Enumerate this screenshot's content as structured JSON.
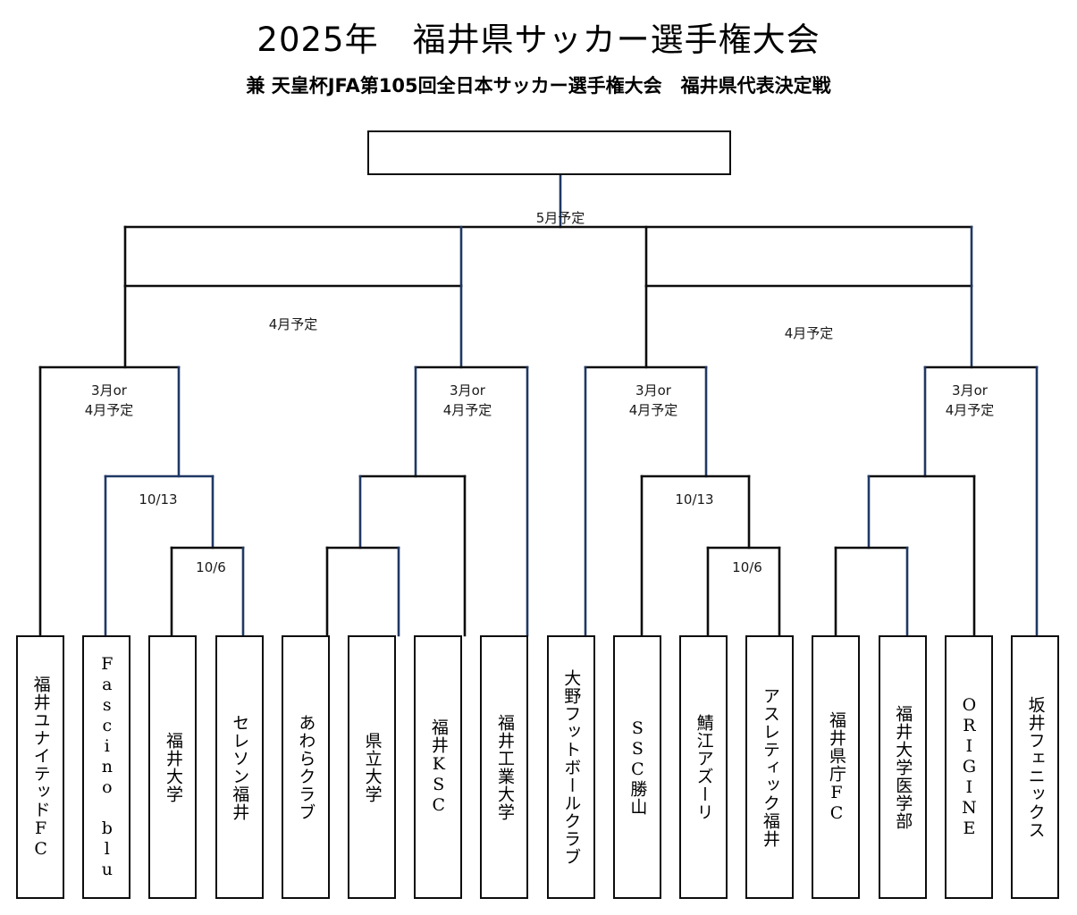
{
  "header": {
    "title_main": "2025年　福井県サッカー選手権大会",
    "title_sub": "兼 天皇杯JFA第105回全日本サッカー選手権大会　福井県代表決定戦"
  },
  "colors": {
    "line_navy": "#1F3864",
    "line_black": "#0D0D0D",
    "background": "#FFFFFF",
    "text": "#000000"
  },
  "champion": {
    "label": ""
  },
  "round_labels": {
    "final": "5月予定",
    "semifinal_left": "4月予定",
    "semifinal_right": "4月予定",
    "quarter_q1": "3月or\n4月予定",
    "quarter_q2": "3月or\n4月予定",
    "quarter_q3": "3月or\n4月予定",
    "quarter_q4": "3月or\n4月予定",
    "r16_q1": "10/13",
    "r32_q1": "10/6",
    "r16_q3": "10/13",
    "r32_q3": "10/6"
  },
  "teams": [
    {
      "index": 1,
      "name": "福井ユナイテッドFC"
    },
    {
      "index": 2,
      "name": "Fascino blu"
    },
    {
      "index": 3,
      "name": "福井大学"
    },
    {
      "index": 4,
      "name": "セレソン福井"
    },
    {
      "index": 5,
      "name": "あわらクラブ"
    },
    {
      "index": 6,
      "name": "県立大学"
    },
    {
      "index": 7,
      "name": "福井KSC"
    },
    {
      "index": 8,
      "name": "福井工業大学"
    },
    {
      "index": 9,
      "name": "大野フットボールクラブ"
    },
    {
      "index": 10,
      "name": "SSC勝山"
    },
    {
      "index": 11,
      "name": "鯖江アズーリ"
    },
    {
      "index": 12,
      "name": "アスレティック福井"
    },
    {
      "index": 13,
      "name": "福井県庁FC"
    },
    {
      "index": 14,
      "name": "福井大学医学部"
    },
    {
      "index": 15,
      "name": "ORIGINE"
    },
    {
      "index": 16,
      "name": "坂井フェニックス"
    }
  ],
  "chart_data": {
    "type": "bracket",
    "title": "2025年 福井県サッカー選手権大会",
    "rounds": [
      "10/6",
      "10/13",
      "3月or4月予定",
      "4月予定",
      "5月予定"
    ],
    "participants": 16,
    "entries": [
      "福井ユナイテッドFC",
      "Fascino blu",
      "福井大学",
      "セレソン福井",
      "あわらクラブ",
      "県立大学",
      "福井KSC",
      "福井工業大学",
      "大野フットボールクラブ",
      "SSC勝山",
      "鯖江アズーリ",
      "アスレティック福井",
      "福井県庁FC",
      "福井大学医学部",
      "ORIGINE",
      "坂井フェニックス"
    ],
    "champion": "",
    "notes": "Asymmetric staircase bracket. Quadrants 1 and 3 cascade rightward with dated preliminary matches (10/6, 10/13); quadrants 2 and 4 mirror leftward with undated connectors."
  }
}
